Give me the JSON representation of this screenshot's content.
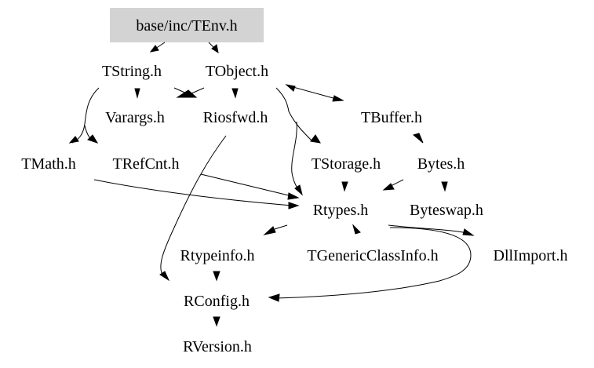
{
  "diagram": {
    "type": "include-dependency-graph",
    "root": "base/inc/TEnv.h",
    "root_fill": "#d3d3d3",
    "nodes": [
      {
        "id": "TEnv",
        "label": "base/inc/TEnv.h",
        "highlighted": true
      },
      {
        "id": "TString",
        "label": "TString.h"
      },
      {
        "id": "TObject",
        "label": "TObject.h"
      },
      {
        "id": "Varargs",
        "label": "Varargs.h"
      },
      {
        "id": "Riosfwd",
        "label": "Riosfwd.h"
      },
      {
        "id": "TBuffer",
        "label": "TBuffer.h"
      },
      {
        "id": "TMath",
        "label": "TMath.h"
      },
      {
        "id": "TRefCnt",
        "label": "TRefCnt.h"
      },
      {
        "id": "TStorage",
        "label": "TStorage.h"
      },
      {
        "id": "Bytes",
        "label": "Bytes.h"
      },
      {
        "id": "Rtypes",
        "label": "Rtypes.h"
      },
      {
        "id": "Byteswap",
        "label": "Byteswap.h"
      },
      {
        "id": "Rtypeinfo",
        "label": "Rtypeinfo.h"
      },
      {
        "id": "TGenericClassInfo",
        "label": "TGenericClassInfo.h"
      },
      {
        "id": "DllImport",
        "label": "DllImport.h"
      },
      {
        "id": "RConfig",
        "label": "RConfig.h"
      },
      {
        "id": "RVersion",
        "label": "RVersion.h"
      }
    ],
    "edges": [
      {
        "from": "TEnv",
        "to": "TString"
      },
      {
        "from": "TEnv",
        "to": "TObject"
      },
      {
        "from": "TString",
        "to": "Varargs"
      },
      {
        "from": "TString",
        "to": "Riosfwd"
      },
      {
        "from": "TString",
        "to": "TMath"
      },
      {
        "from": "TString",
        "to": "TRefCnt"
      },
      {
        "from": "TObject",
        "to": "Riosfwd"
      },
      {
        "from": "TObject",
        "to": "Varargs"
      },
      {
        "from": "TObject",
        "to": "TBuffer"
      },
      {
        "from": "TBuffer",
        "to": "TObject"
      },
      {
        "from": "TObject",
        "to": "TStorage"
      },
      {
        "from": "TObject",
        "to": "Rtypes"
      },
      {
        "from": "TBuffer",
        "to": "Bytes"
      },
      {
        "from": "Riosfwd",
        "to": "RConfig"
      },
      {
        "from": "TMath",
        "to": "Rtypes"
      },
      {
        "from": "TRefCnt",
        "to": "Rtypes"
      },
      {
        "from": "TStorage",
        "to": "Rtypes"
      },
      {
        "from": "Bytes",
        "to": "Rtypes"
      },
      {
        "from": "Bytes",
        "to": "Byteswap"
      },
      {
        "from": "Rtypes",
        "to": "Rtypeinfo"
      },
      {
        "from": "Rtypes",
        "to": "TGenericClassInfo"
      },
      {
        "from": "Rtypes",
        "to": "DllImport"
      },
      {
        "from": "Rtypes",
        "to": "RConfig"
      },
      {
        "from": "Rtypeinfo",
        "to": "RConfig"
      },
      {
        "from": "RConfig",
        "to": "RVersion"
      }
    ]
  }
}
